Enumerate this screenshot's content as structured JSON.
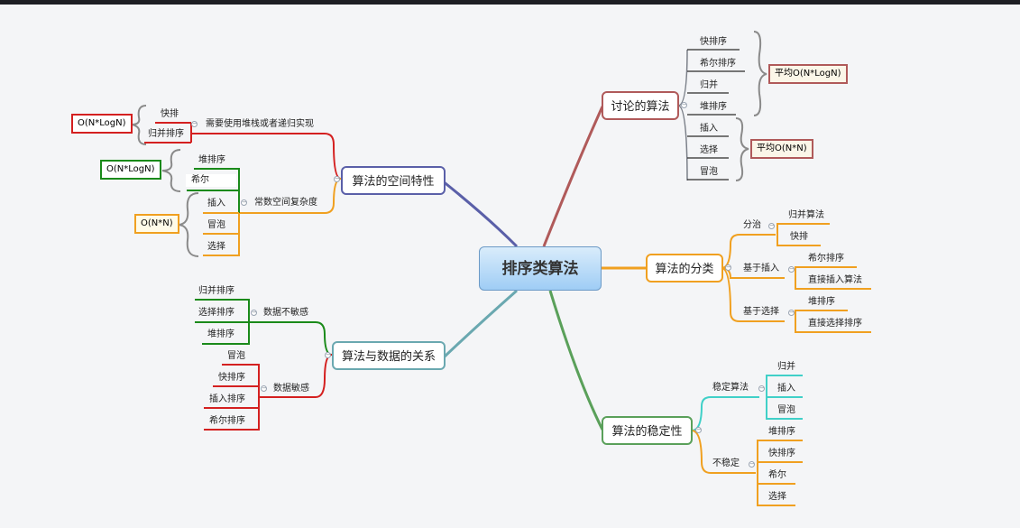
{
  "central": "排序类算法",
  "topics": {
    "discussed": "讨论的算法",
    "space": "算法的空间特性",
    "classification": "算法的分类",
    "data_relation": "算法与数据的关系",
    "stability": "算法的稳定性"
  },
  "discussed": {
    "items": [
      "快排序",
      "希尔排序",
      "归并",
      "堆排序",
      "插入",
      "选择",
      "冒泡"
    ],
    "avg_nlogn": "平均O(N*LogN)",
    "avg_nn": "平均O(N*N)"
  },
  "space": {
    "recursive_label": "需要使用堆栈或者递归实现",
    "recursive_items": [
      "快排",
      "归并排序"
    ],
    "recursive_complexity": "O(N*LogN)",
    "constant_label": "常数空间复杂度",
    "constant_items": [
      "堆排序",
      "希尔",
      "插入",
      "冒泡",
      "选择"
    ],
    "constant_nlogn": "O(N*LogN)",
    "constant_nn": "O(N*N)"
  },
  "classification": {
    "groups": [
      {
        "label": "分治",
        "items": [
          "归并算法",
          "快排"
        ]
      },
      {
        "label": "基于插入",
        "items": [
          "希尔排序",
          "直接插入算法"
        ]
      },
      {
        "label": "基于选择",
        "items": [
          "堆排序",
          "直接选择排序"
        ]
      }
    ]
  },
  "data_relation": {
    "insensitive_label": "数据不敏感",
    "insensitive_items": [
      "归并排序",
      "选择排序",
      "堆排序"
    ],
    "sensitive_label": "数据敏感",
    "sensitive_items": [
      "冒泡",
      "快排序",
      "插入排序",
      "希尔排序"
    ]
  },
  "stability": {
    "stable_label": "稳定算法",
    "stable_items": [
      "归并",
      "插入",
      "冒泡"
    ],
    "unstable_label": "不稳定",
    "unstable_items": [
      "堆排序",
      "快排序",
      "希尔",
      "选择"
    ]
  },
  "colors": {
    "discussed": "#b05a5a",
    "space": "#5a5fa8",
    "classification": "#f0a020",
    "data_relation": "#6aa8b0",
    "stability": "#5aa05a",
    "space_red": "#d42020",
    "space_green": "#1a8a1a",
    "space_orange": "#f0a020",
    "data_green": "#1a8a1a",
    "data_red": "#d42020",
    "stable_cyan": "#40d0c8",
    "unstable_orange": "#f0a020"
  }
}
